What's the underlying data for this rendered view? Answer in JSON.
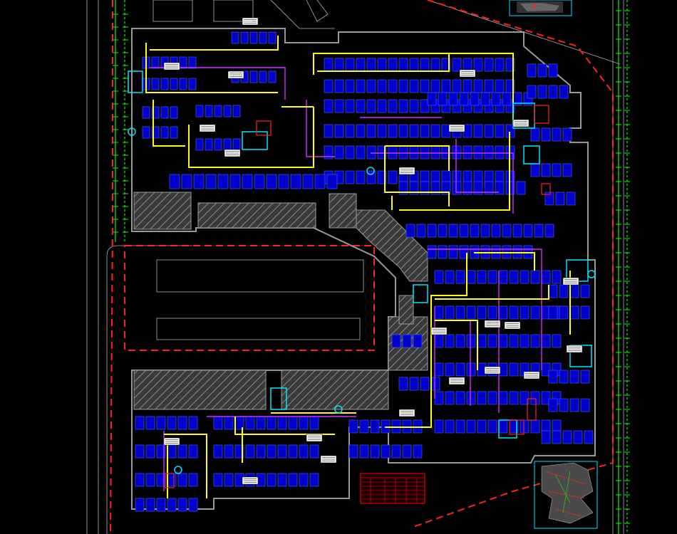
{
  "colors": {
    "background": "#000000",
    "parking_stall": "#0000cc",
    "parking_outline": "#4d66ff",
    "duct": "#ffff00",
    "pipe": "#cc33ff",
    "grid_axis": "#00ff00",
    "boundary": "#ff2020",
    "equipment": "#00e5ff",
    "wall": "#9a9a9a",
    "legend_table": "#ff0000",
    "inset_border": "#00e5ff"
  },
  "layers": [
    "site-boundary",
    "building-outline",
    "parking-stalls",
    "ventilation-ducts",
    "piping",
    "grid-axes",
    "equipment-rooms",
    "ramps",
    "legend-table",
    "key-plan-insets"
  ]
}
